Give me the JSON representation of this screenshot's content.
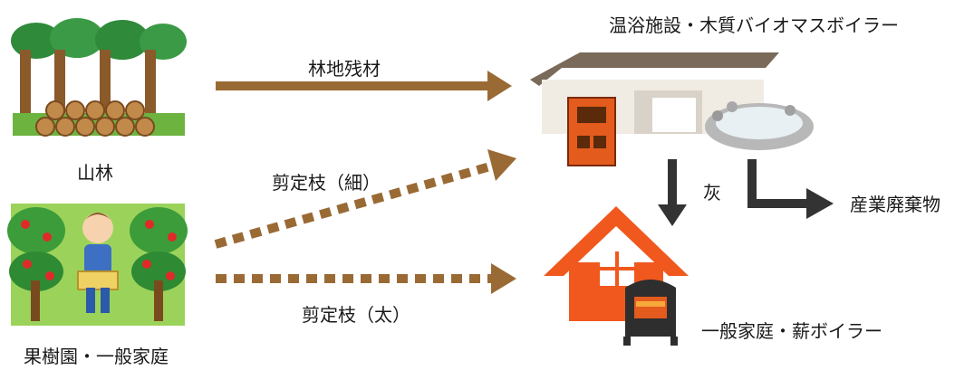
{
  "sources": {
    "forest_label": "山林",
    "orchard_label": "果樹園・一般家庭"
  },
  "destinations": {
    "bathhouse_label": "温浴施設・木質バイオマスボイラー",
    "household_label": "一般家庭・薪ボイラー",
    "industrial_waste_label": "産業廃棄物"
  },
  "flows": {
    "forest_residue": "林地残材",
    "pruned_thin": "剪定枝（細）",
    "pruned_thick": "剪定枝（太）",
    "ash": "灰"
  },
  "colors": {
    "arrow_brown": "#9a6a35",
    "arrow_dark": "#333333",
    "house_orange": "#f0581e",
    "boiler_orange": "#e35b1d"
  }
}
